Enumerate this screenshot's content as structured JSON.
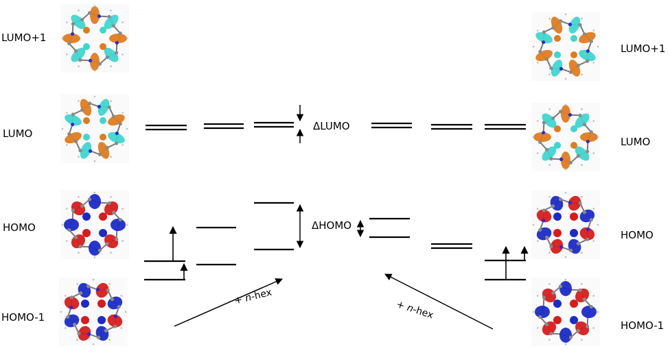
{
  "orbitals_left": {
    "lumo_plus_1": "LUMO+1",
    "lumo": "LUMO",
    "homo": "HOMO",
    "homo_minus_1": "HOMO-1"
  },
  "orbitals_right": {
    "lumo_plus_1": "LUMO+1",
    "lumo": "LUMO",
    "homo": "HOMO",
    "homo_minus_1": "HOMO-1"
  },
  "gaps": {
    "delta_lumo": "ΔLUMO",
    "delta_homo": "ΔHOMO"
  },
  "arrows": {
    "left": {
      "prefix": "+ ",
      "italic": "n",
      "suffix": "-hex"
    },
    "right": {
      "prefix": "+ ",
      "italic": "n",
      "suffix": "-hex"
    }
  },
  "colors": {
    "lumo_lobe_a": "#e07b1f",
    "lumo_lobe_b": "#3fd6d0",
    "homo_lobe_a": "#1a2bc8",
    "homo_lobe_b": "#d81b1b",
    "carbon": "#8a8a8a",
    "nitrogen": "#2b2bd0"
  }
}
